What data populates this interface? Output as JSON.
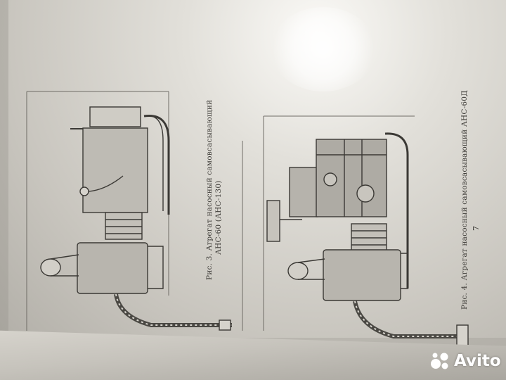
{
  "captions": {
    "fig3_line1": "Рис. 3. Агрегат насосный самовсасывающий",
    "fig3_line2": "АНС-60 (АНС-130)",
    "fig4": "Рис. 4. Агрегат насосный самовсасывающий АНС-60Д"
  },
  "page_number": "7",
  "watermark": {
    "text": "Avito",
    "icon": "avito-dots-icon"
  }
}
